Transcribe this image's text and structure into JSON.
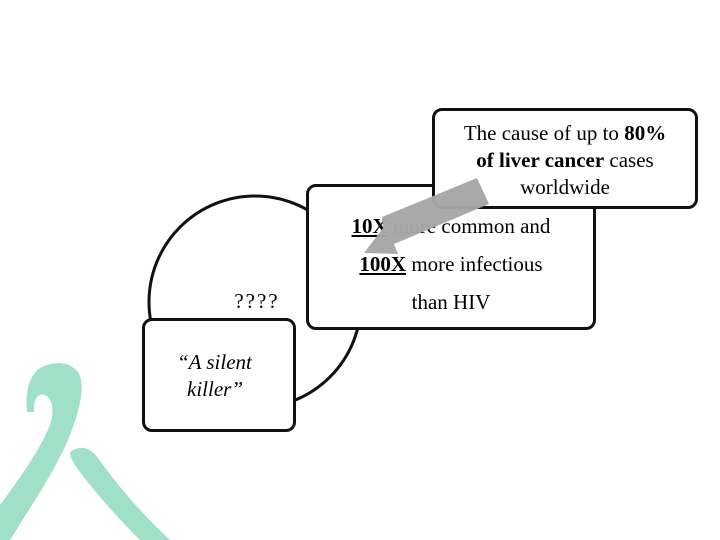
{
  "colors": {
    "ribbon": "#9fe0c6",
    "arrow": "#a6a6a6",
    "border": "#111111"
  },
  "ribbon": {
    "icon": "awareness-ribbon"
  },
  "unknown_label": "????",
  "silent_killer": {
    "line1": "“A silent",
    "line2": "killer”"
  },
  "comparison": {
    "line1_bold": "10X",
    "line1_rest": " more common and",
    "line2_bold": "100X",
    "line2_rest": " more infectious",
    "line3": "than HIV"
  },
  "callout": {
    "line1_pre": "The cause of up to ",
    "line1_bold": "80%",
    "line2_bold": "of liver cancer",
    "line2_rest": " cases",
    "line3": "worldwide"
  }
}
